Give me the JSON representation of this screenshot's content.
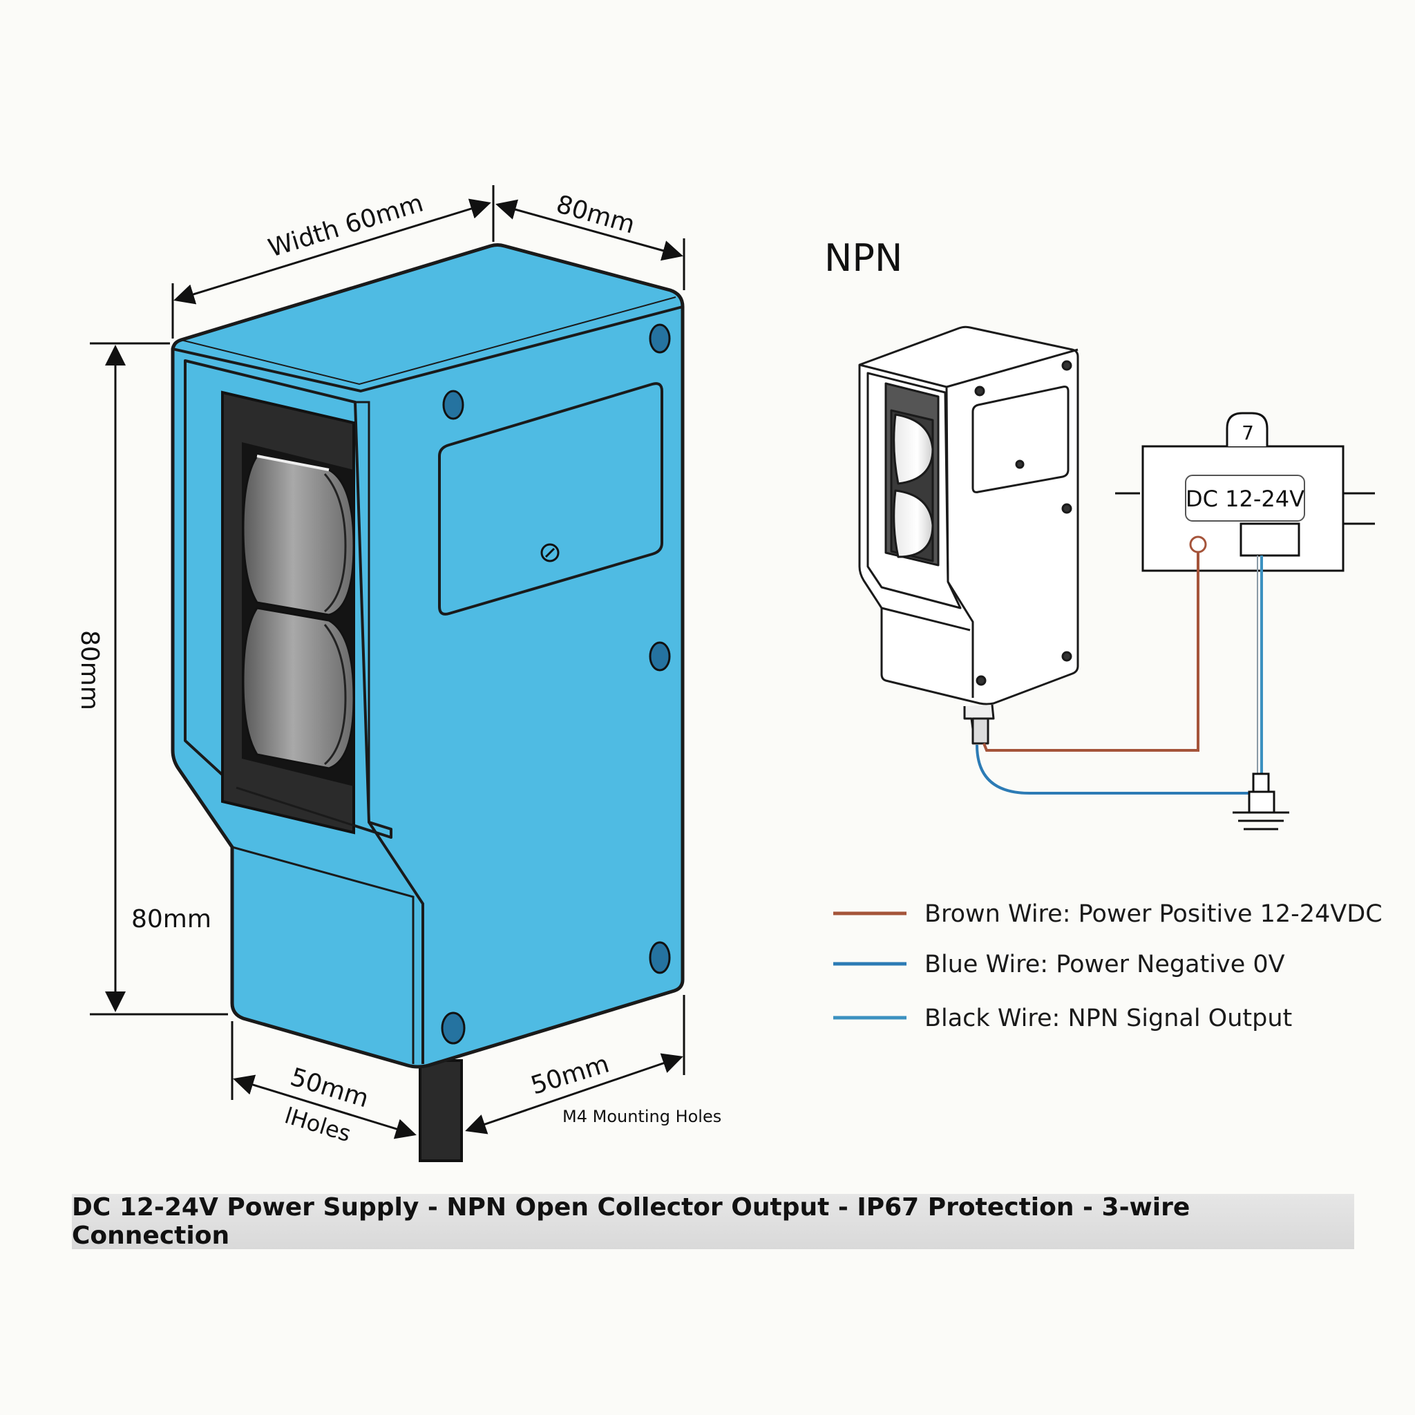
{
  "colors": {
    "housing": "#4fbbe3",
    "housing_outline": "#1a1a1a",
    "lens_window": "#2b2b2b",
    "brown_wire": "#a5543a",
    "blue_wire": "#2c7bb5",
    "black_wire": "#3c91c0",
    "footer_band": "#dcdcdc"
  },
  "dimensions": {
    "width_top": "Width 60mm",
    "depth_top": "80mm",
    "height_side": "80mm",
    "lower_height": "80mm",
    "bottom_left": "50mm",
    "bottom_left_sub": "lHoles",
    "bottom_right": "50mm",
    "mounting_holes": "M4 Mounting Holes"
  },
  "wiring": {
    "title": "NPN",
    "supply_number": "7",
    "supply_label": "DC 12-24V"
  },
  "legend": [
    {
      "label": "Brown Wire: Power Positive 12-24VDC",
      "color": "#a5543a"
    },
    {
      "label": "Blue Wire: Power Negative 0V",
      "color": "#2c7bb5"
    },
    {
      "label": "Black Wire: NPN Signal Output",
      "color": "#3c91c0"
    }
  ],
  "footer": {
    "text": "DC 12-24V Power Supply - NPN Open Collector Output - IP67 Protection - 3-wire Connection"
  }
}
